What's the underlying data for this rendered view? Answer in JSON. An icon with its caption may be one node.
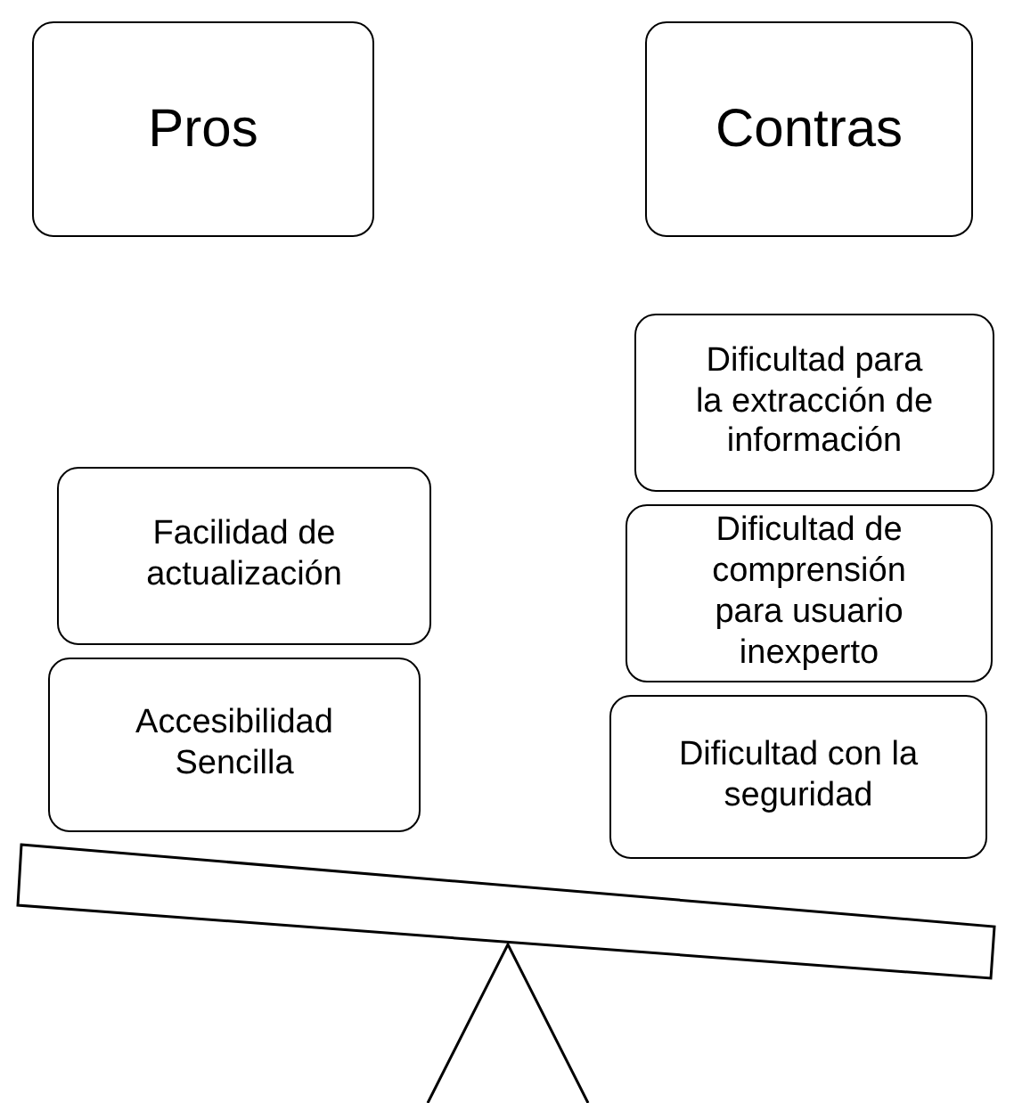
{
  "diagram": {
    "nodes": [
      {
        "text": [
          "Pros"
        ]
      },
      {
        "text": [
          "Contras"
        ]
      },
      {
        "text": [
          "Facilidad de actualización"
        ]
      },
      {
        "text": [
          "Accesibilidad Sencilla"
        ]
      },
      {
        "text": [
          "Dificultad para la extracción de información"
        ]
      },
      {
        "text": [
          "Dificultad de comprensión para usuario inexperto"
        ]
      },
      {
        "text": [
          "Dificultad con la seguridad"
        ]
      }
    ]
  }
}
